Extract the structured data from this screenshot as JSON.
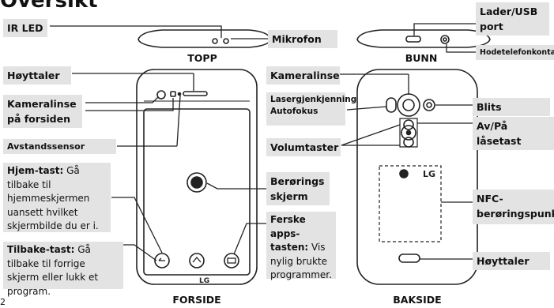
{
  "title": "Oversikt",
  "page_number": "2",
  "top_section": {
    "ir_led": "IR LED",
    "mikrofon": "Mikrofon",
    "topp": "TOPP",
    "lader_usb": "Lader/USB port",
    "hodetelefon": "Hodetelefonkontakt",
    "bunn": "BUNN"
  },
  "front": {
    "hoyttaler": "Høyttaler",
    "kameralinse_forside": "Kameralinse på forsiden",
    "avstandssensor": "Avstandssensor",
    "hjem_tast_title": "Hjem-tast:",
    "hjem_tast_text": "Gå tilbake til hjemmeskjermen uansett hvilket skjermbilde du er i.",
    "tilbake_tast_title": "Tilbake-tast:",
    "tilbake_tast_text": "Gå tilbake til forrige skjerm eller lukk et program.",
    "berorings": "Berørings skjerm",
    "ferske_title": "Ferske apps-tasten:",
    "ferske_text": "Vis nylig brukte programmer.",
    "brand": "LG",
    "caption": "FORSIDE"
  },
  "back": {
    "kameralinse": "Kameralinse",
    "laser": "Lasergjenkjenning Autofokus",
    "blits": "Blits",
    "av_pa": "Av/På låsetast",
    "volumtaster": "Volumtaster",
    "nfc": "NFC-berøringspunkt",
    "hoyttaler": "Høyttaler",
    "brand": "LG",
    "caption": "BAKSIDE"
  }
}
